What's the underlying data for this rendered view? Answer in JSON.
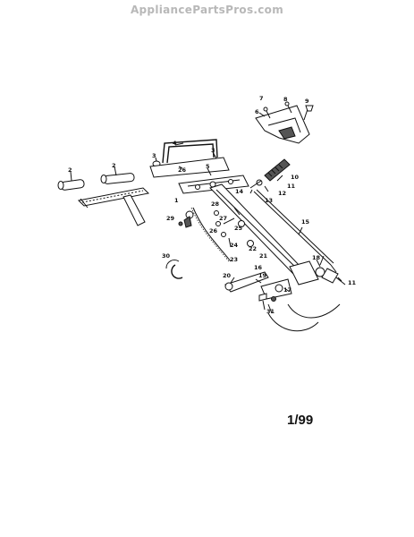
{
  "header": {
    "watermark": "AppliancePartsPros.com"
  },
  "diagram": {
    "part_labels": [
      "1",
      "2",
      "2",
      "3",
      "3",
      "4",
      "5",
      "6",
      "7",
      "8",
      "9",
      "10",
      "11",
      "11",
      "12",
      "13",
      "14",
      "15",
      "16",
      "17",
      "18",
      "19",
      "20",
      "21",
      "22",
      "23",
      "24",
      "25",
      "26",
      "26",
      "27",
      "28",
      "29",
      "30",
      "31"
    ],
    "footer_date": "1/99"
  }
}
